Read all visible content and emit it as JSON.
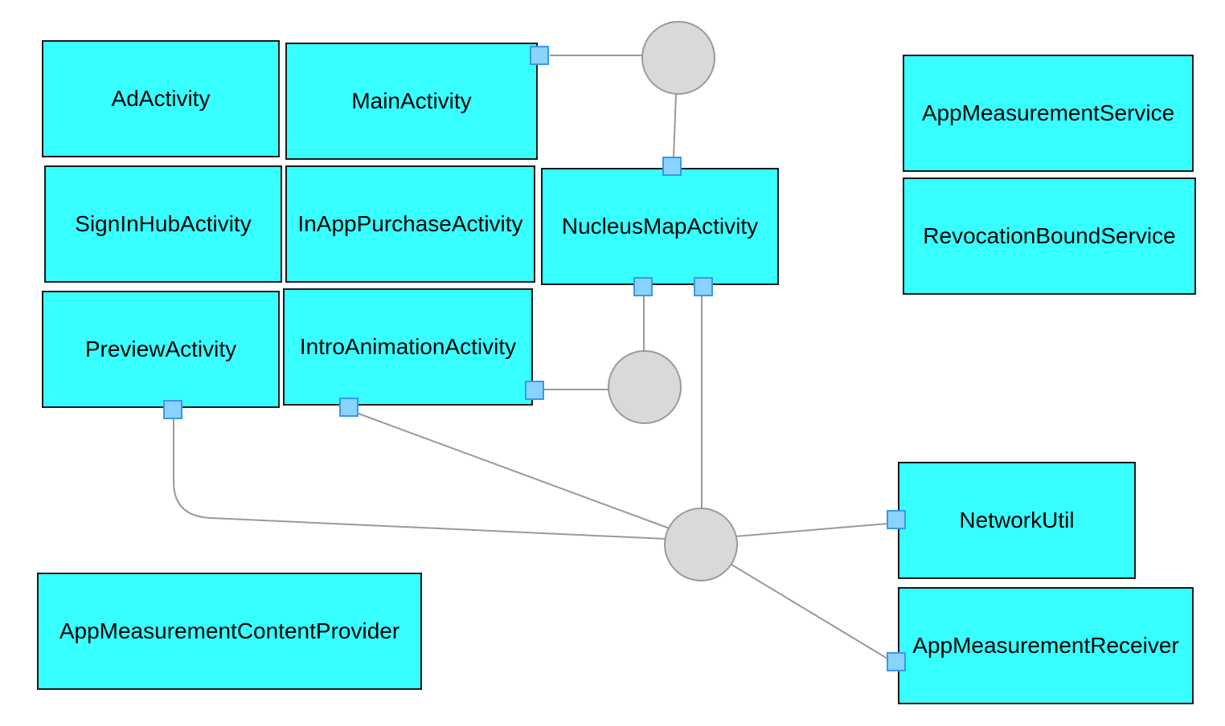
{
  "diagram": {
    "colors": {
      "node_fill": "#38ffff",
      "node_border": "#1a1a1a",
      "port_fill": "#88d3ff",
      "port_border": "#3a98e8",
      "hub_fill": "#d9d9d9",
      "edge": "#9a9a9a"
    },
    "components": {
      "ad_activity": "AdActivity",
      "main_activity": "MainActivity",
      "sign_in_hub_activity": "SignInHubActivity",
      "in_app_purchase_activity": "InAppPurchaseActivity",
      "nucleus_map_activity": "NucleusMapActivity",
      "preview_activity": "PreviewActivity",
      "intro_animation_activity": "IntroAnimationActivity",
      "app_measurement_service": "AppMeasurementService",
      "revocation_bound_service": "RevocationBoundService",
      "network_util": "NetworkUtil",
      "app_measurement_receiver": "AppMeasurementReceiver",
      "app_measurement_content_provider": "AppMeasurementContentProvider"
    },
    "connections": [
      {
        "hub": "hub-top",
        "from": "MainActivity",
        "to": "NucleusMapActivity"
      },
      {
        "hub": "hub-middle",
        "from": "NucleusMapActivity",
        "to": "IntroAnimationActivity"
      },
      {
        "hub": "hub-bottom",
        "from": "PreviewActivity",
        "to": "hub-bottom"
      },
      {
        "hub": "hub-bottom",
        "from": "IntroAnimationActivity",
        "to": "hub-bottom"
      },
      {
        "hub": "hub-bottom",
        "from": "NucleusMapActivity",
        "to": "hub-bottom"
      },
      {
        "hub": "hub-bottom",
        "from": "hub-bottom",
        "to": "NetworkUtil"
      },
      {
        "hub": "hub-bottom",
        "from": "hub-bottom",
        "to": "AppMeasurementReceiver"
      }
    ]
  }
}
